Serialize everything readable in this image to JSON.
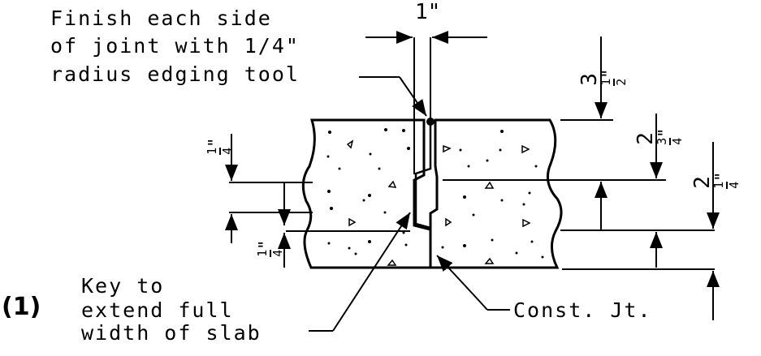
{
  "notes": {
    "finish": [
      "Finish each side",
      "of joint with 1/4\"",
      "radius edging tool"
    ],
    "key_index": "(1)",
    "key": [
      "Key to",
      "extend full",
      "width of slab"
    ],
    "const_joint": "Const. Jt."
  },
  "dimensions": {
    "top_gap": "1\"",
    "d_3_5": {
      "whole": "3",
      "num": "1",
      "den": "2",
      "unit": "\""
    },
    "d_2_75": {
      "whole": "2",
      "num": "3",
      "den": "4",
      "unit": "\""
    },
    "d_2_25": {
      "whole": "2",
      "num": "1",
      "den": "4",
      "unit": "\""
    },
    "key_upper": {
      "num": "1",
      "den": "4",
      "unit": "\""
    },
    "key_lower": {
      "num": "1",
      "den": "4",
      "unit": "\""
    }
  },
  "colors": {
    "ink": "#000000",
    "paper": "#ffffff"
  }
}
